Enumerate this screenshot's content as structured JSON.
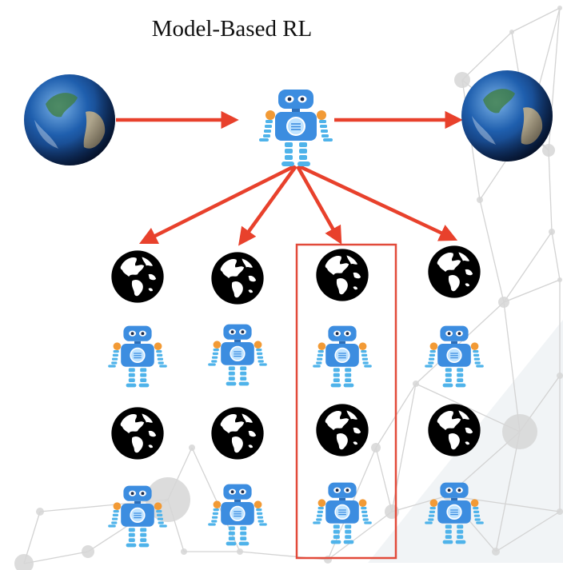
{
  "title": "Model-Based RL",
  "colors": {
    "arrow": "#e8412c",
    "highlight_box": "#e24a3a",
    "robot_body": "#3c8de0",
    "robot_accent": "#f29a35",
    "robot_limbs": "#4fb3ea",
    "globe_icon": "#000000",
    "network_lines": "#d3d3d3"
  },
  "icons": {
    "real_world": "earth-photo-icon",
    "agent": "robot-icon",
    "model_world": "globe-icon"
  },
  "rollouts": 4,
  "steps_per_rollout": 2,
  "highlighted_rollout": 3
}
